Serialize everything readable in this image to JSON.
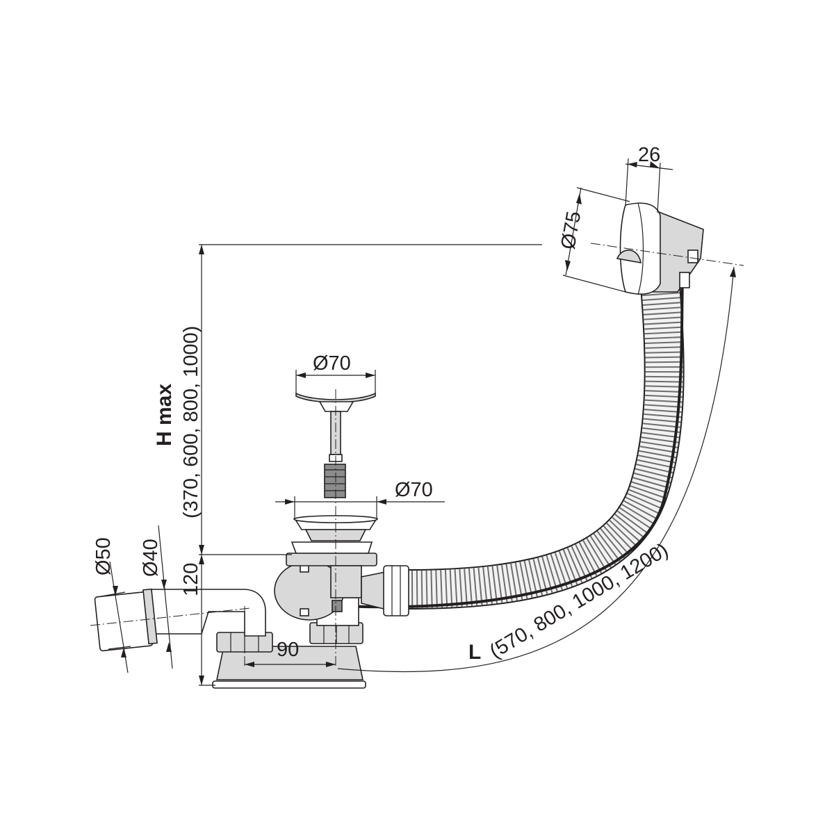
{
  "dimensions": {
    "overflow_diameter": "Ø75",
    "overflow_depth": "26",
    "plug_diameter": "Ø70",
    "strainer_diameter": "Ø70",
    "outlet_outer_diameter": "Ø50",
    "outlet_inner_diameter": "Ø40",
    "trap_height": "120",
    "trap_offset": "90",
    "height_label": "H max",
    "height_values": "(370, 600, 800, 1000)",
    "length_label": "L",
    "length_values": "(570, 800, 1000, 1200)"
  },
  "colors": {
    "line": "#231f20",
    "metal": "#8c8c8c",
    "plastic": "#d9d9d9"
  }
}
